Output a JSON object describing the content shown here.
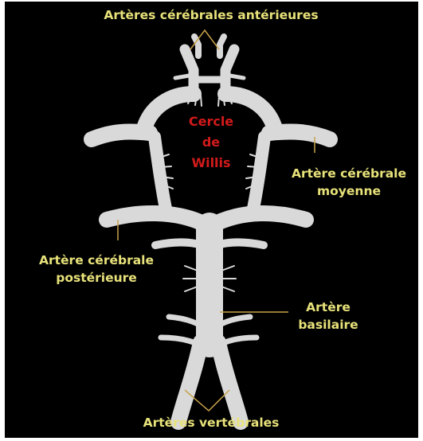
{
  "colors": {
    "background": "#000000",
    "vessel": "#d9d9d9",
    "label": "#e8e27a",
    "title": "#d21a1a",
    "leader": "#c9a24a"
  },
  "title": {
    "line1": "Cercle",
    "line2": "de",
    "line3": "Willis"
  },
  "labels": {
    "anterior": "Artères cérébrales antérieures",
    "middle_line1": "Artère cérébrale",
    "middle_line2": "moyenne",
    "posterior_line1": "Artère cérébrale",
    "posterior_line2": "postérieure",
    "basilar_line1": "Artère",
    "basilar_line2": "basilaire",
    "vertebral": "Artères vertébrales"
  }
}
